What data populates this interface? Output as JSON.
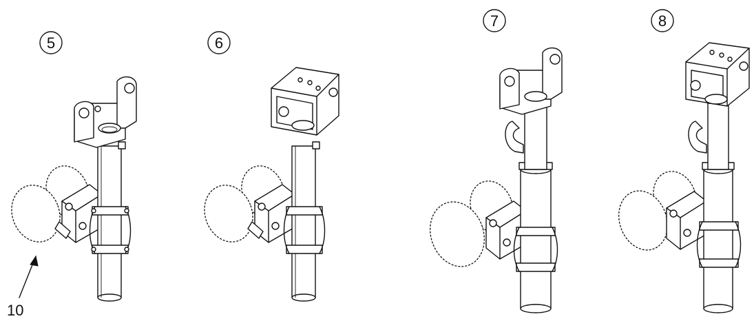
{
  "figures": [
    {
      "label": "5",
      "variant": "open-bracket",
      "tall": false
    },
    {
      "label": "6",
      "variant": "box-bracket",
      "tall": false
    },
    {
      "label": "7",
      "variant": "open-bracket",
      "tall": true
    },
    {
      "label": "8",
      "variant": "box-bracket",
      "tall": true
    }
  ],
  "callout": {
    "label": "10"
  }
}
